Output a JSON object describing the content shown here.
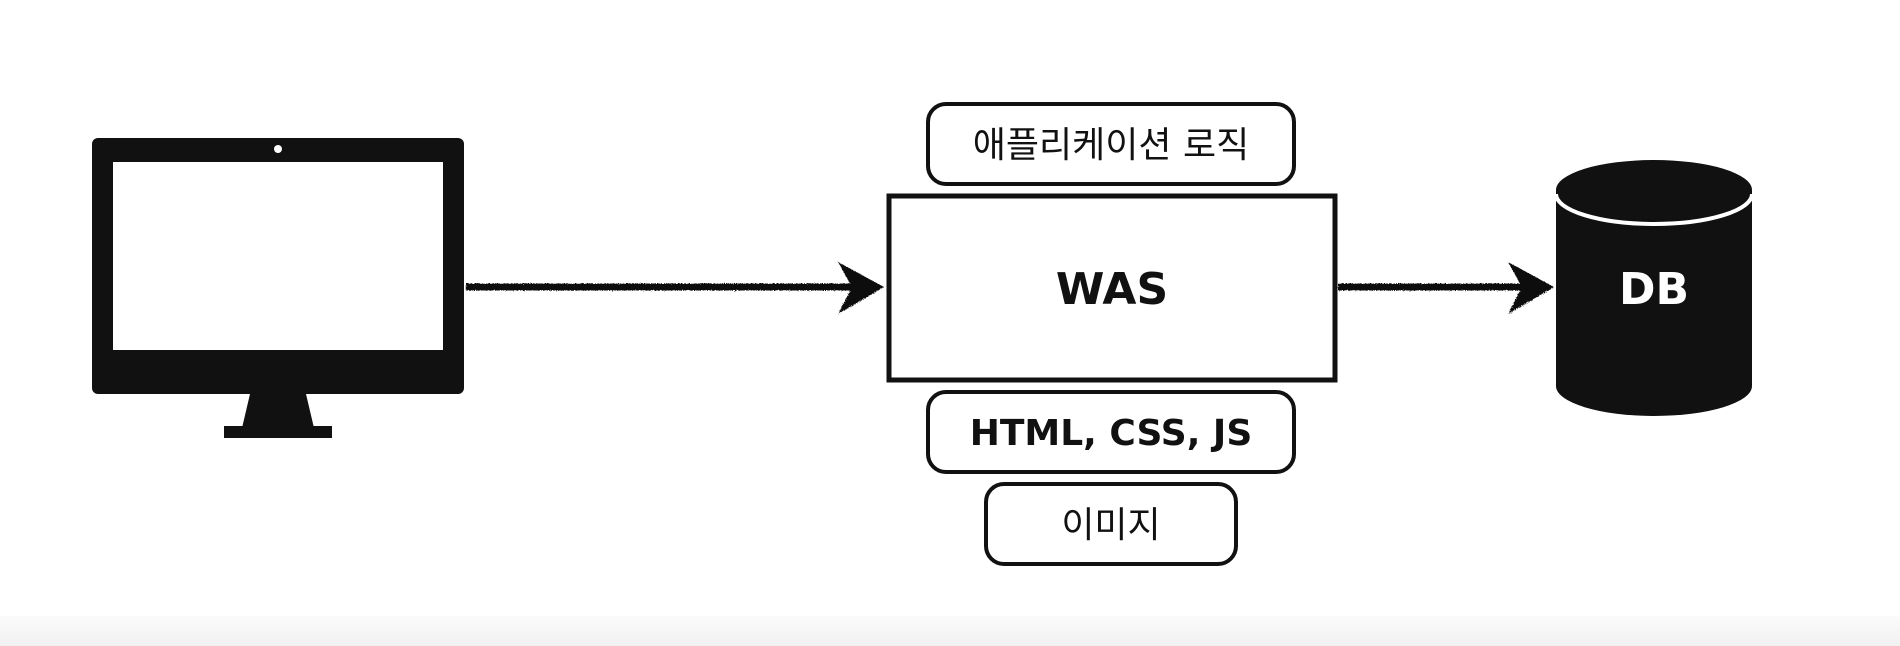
{
  "diagram": {
    "app_logic_label": "애플리케이션 로직",
    "was_label": "WAS",
    "static_files_label": "HTML, CSS, JS",
    "image_label": "이미지",
    "db_label": "DB"
  },
  "icons": {
    "client": "monitor-icon",
    "database": "database-cylinder-icon",
    "arrow": "arrow-right-icon"
  },
  "colors": {
    "ink": "#111111",
    "background": "#ffffff"
  }
}
